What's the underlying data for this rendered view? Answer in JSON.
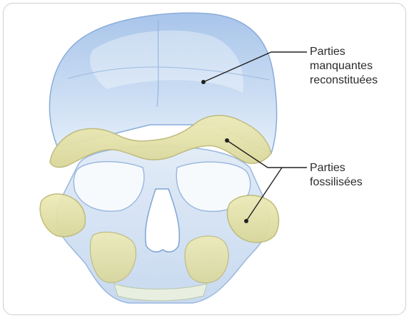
{
  "labels": {
    "missing": [
      "Parties",
      "manquantes",
      "reconstituées"
    ],
    "fossil": [
      "Parties",
      "fossilisées"
    ]
  },
  "colors": {
    "reconstructed_bone": "#a9c7ec",
    "fossil_bone": "#e6e4a7",
    "leader_line": "#222222",
    "frame_border": "#cfcfcf"
  }
}
